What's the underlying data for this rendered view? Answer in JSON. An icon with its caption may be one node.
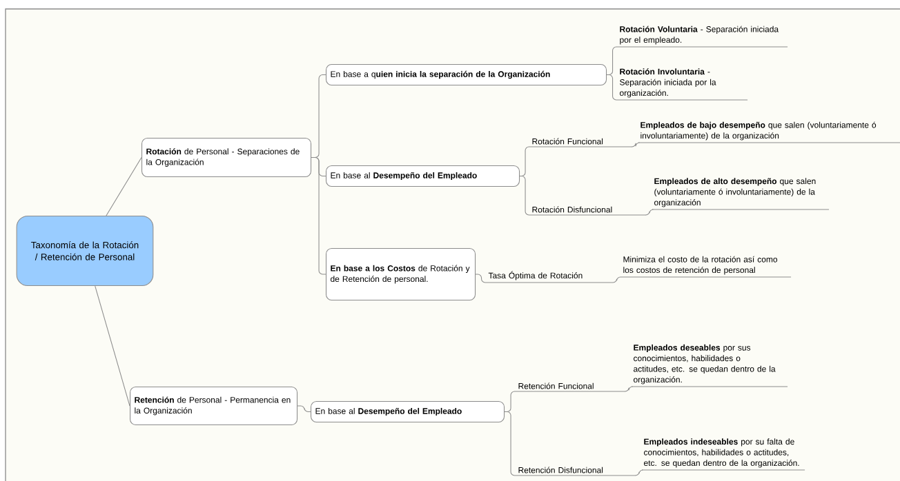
{
  "diagram": {
    "nodes": [
      {
        "text": [
          "Taxonomía de la Rotación / Retención de Personal"
        ]
      },
      {
        "text": [
          "**Rotación** de Personal - Separaciones de la Organización"
        ]
      },
      {
        "text": [
          "En base a q**uien inicia la separación de la Organización**"
        ]
      },
      {
        "text": [
          "**Rotación Voluntaria** - Separación iniciada por el empleado."
        ]
      },
      {
        "text": [
          "**Rotación Involuntaria** - Separación iniciada por la organización."
        ]
      },
      {
        "text": [
          "En base al **Desempeño del Empleado**"
        ]
      },
      {
        "text": [
          "Rotación Funcional"
        ]
      },
      {
        "text": [
          "**Empleados de bajo desempeño** que salen (voluntariamente ó involuntariamente) de la organización"
        ]
      },
      {
        "text": [
          "Rotación Disfuncional"
        ]
      },
      {
        "text": [
          "**Empleados de alto desempeño** que salen (voluntariamente ó involuntariamente) de la organización"
        ]
      },
      {
        "text": [
          "**En base a los Costos** de Rotación y de Retención de personal."
        ]
      },
      {
        "text": [
          "Tasa Óptima de Rotación"
        ]
      },
      {
        "text": [
          "Minimiza el costo de la rotación así como los costos de retención de personal"
        ]
      },
      {
        "text": [
          "**Retención** de Personal - Permanencia en la Organización"
        ]
      },
      {
        "text": [
          "En base al **Desempeño del Empleado**"
        ]
      },
      {
        "text": [
          "Retención Funcional"
        ]
      },
      {
        "text": [
          "**Empleados deseables** por sus conocimientos, habilidades o actitudes, etc.  se quedan dentro de la organización."
        ]
      },
      {
        "text": [
          "Retención Disfuncional"
        ]
      },
      {
        "text": [
          "**Empleados indeseables** por su falta de conocimientos, habilidades o actitudes, etc.  se quedan dentro de la organización."
        ]
      }
    ],
    "edges": [
      {
        "from": 0,
        "to": 1,
        "arrow": "none"
      },
      {
        "from": 1,
        "to": 2,
        "arrow": "none"
      },
      {
        "from": 2,
        "to": 3,
        "arrow": "none"
      },
      {
        "from": 2,
        "to": 4,
        "arrow": "none"
      },
      {
        "from": 1,
        "to": 5,
        "arrow": "none"
      },
      {
        "from": 5,
        "to": 6,
        "arrow": "none"
      },
      {
        "from": 6,
        "to": 7,
        "arrow": "none"
      },
      {
        "from": 5,
        "to": 8,
        "arrow": "none"
      },
      {
        "from": 8,
        "to": 9,
        "arrow": "none"
      },
      {
        "from": 1,
        "to": 10,
        "arrow": "none"
      },
      {
        "from": 10,
        "to": 11,
        "arrow": "none"
      },
      {
        "from": 11,
        "to": 12,
        "arrow": "none"
      },
      {
        "from": 0,
        "to": 13,
        "arrow": "none"
      },
      {
        "from": 13,
        "to": 14,
        "arrow": "none"
      },
      {
        "from": 14,
        "to": 15,
        "arrow": "none"
      },
      {
        "from": 15,
        "to": 16,
        "arrow": "none"
      },
      {
        "from": 14,
        "to": 17,
        "arrow": "none"
      },
      {
        "from": 17,
        "to": 18,
        "arrow": "none"
      }
    ]
  }
}
